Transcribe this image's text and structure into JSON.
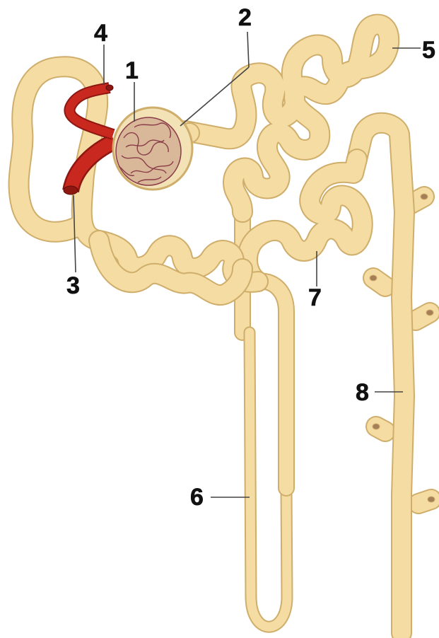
{
  "diagram": {
    "labels": [
      {
        "id": "1",
        "text": "1"
      },
      {
        "id": "2",
        "text": "2"
      },
      {
        "id": "3",
        "text": "3"
      },
      {
        "id": "4",
        "text": "4"
      },
      {
        "id": "5",
        "text": "5"
      },
      {
        "id": "6",
        "text": "6"
      },
      {
        "id": "7",
        "text": "7"
      },
      {
        "id": "8",
        "text": "8"
      }
    ],
    "colors": {
      "tubule": "#f4dca2",
      "tubule_edge": "#cfae6c",
      "tubule_highlight": "#fbf1d4",
      "tubule_shadow": "#a57f58",
      "vessel": "#c8281e",
      "vessel_dark": "#8e1712",
      "capsule": "#f2e2b6",
      "glomerulus": "#d9b89a",
      "glomerulus_lines": "#8a3c48",
      "leader_line": "#444444",
      "label_text": "#111111"
    }
  }
}
